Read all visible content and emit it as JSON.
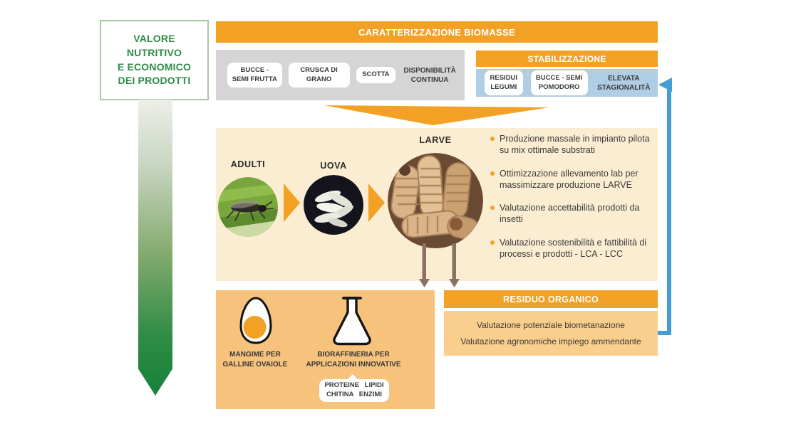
{
  "left_panel": {
    "title_lines": [
      "VALORE",
      "NUTRITIVO",
      "E ECONOMICO",
      "DEI PRODOTTI"
    ]
  },
  "characterization": {
    "title": "CARATTERIZZAZIONE BIOMASSE",
    "continuous": {
      "items": [
        "BUCCE - SEMI FRUTTA",
        "CRUSCA DI GRANO",
        "SCOTTA"
      ],
      "note": "DISPONIBILITÀ CONTINUA"
    },
    "stabilization": {
      "title": "STABILIZZAZIONE",
      "items": [
        "RESIDUI LEGUMI",
        "BUCCE - SEMI POMODORO"
      ],
      "note": "ELEVATA STAGIONALITÀ"
    }
  },
  "lifecycle": {
    "stages": [
      {
        "label": "ADULTI",
        "photo": "adult-insect-photo"
      },
      {
        "label": "UOVA",
        "photo": "eggs-photo"
      },
      {
        "label": "LARVE",
        "photo": "larvae-photo"
      }
    ],
    "bullets": [
      "Produzione massale in impianto pilota su mix ottimale substrati",
      "Ottimizzazione allevamento lab per massimizzare produzione LARVE",
      "Valutazione accettabilità prodotti da insetti",
      "Valutazione sostenibilità e fattibilità di processi e prodotti - LCA - LCC"
    ]
  },
  "products": {
    "egg_label": "MANGIME PER GALLINE OVAIOLE",
    "flask_label": "BIORAFFINERIA PER APPLICAZIONI INNOVATIVE",
    "bubble_lines": [
      "PROTEINE LIPIDI",
      "CHITINA ENZIMI"
    ]
  },
  "residue": {
    "title": "RESIDUO ORGANICO",
    "lines": [
      "Valutazione potenziale biometanazione",
      "Valutazione agronomiche impiego ammendante"
    ]
  },
  "colors": {
    "orange": "#F2A124",
    "gray_panel": "#D5D5D5",
    "blue_panel": "#AFCEE5",
    "blue_arrow": "#449ED3",
    "peach_panel": "#FBEDD2",
    "orange_box": "#F6C27C",
    "orange_box_light": "#FACF8D",
    "green_text": "#2E8C46",
    "green_arrow_dark": "#17813A",
    "brown_arrow": "#8A7163",
    "text_dark": "#3A3A39"
  }
}
